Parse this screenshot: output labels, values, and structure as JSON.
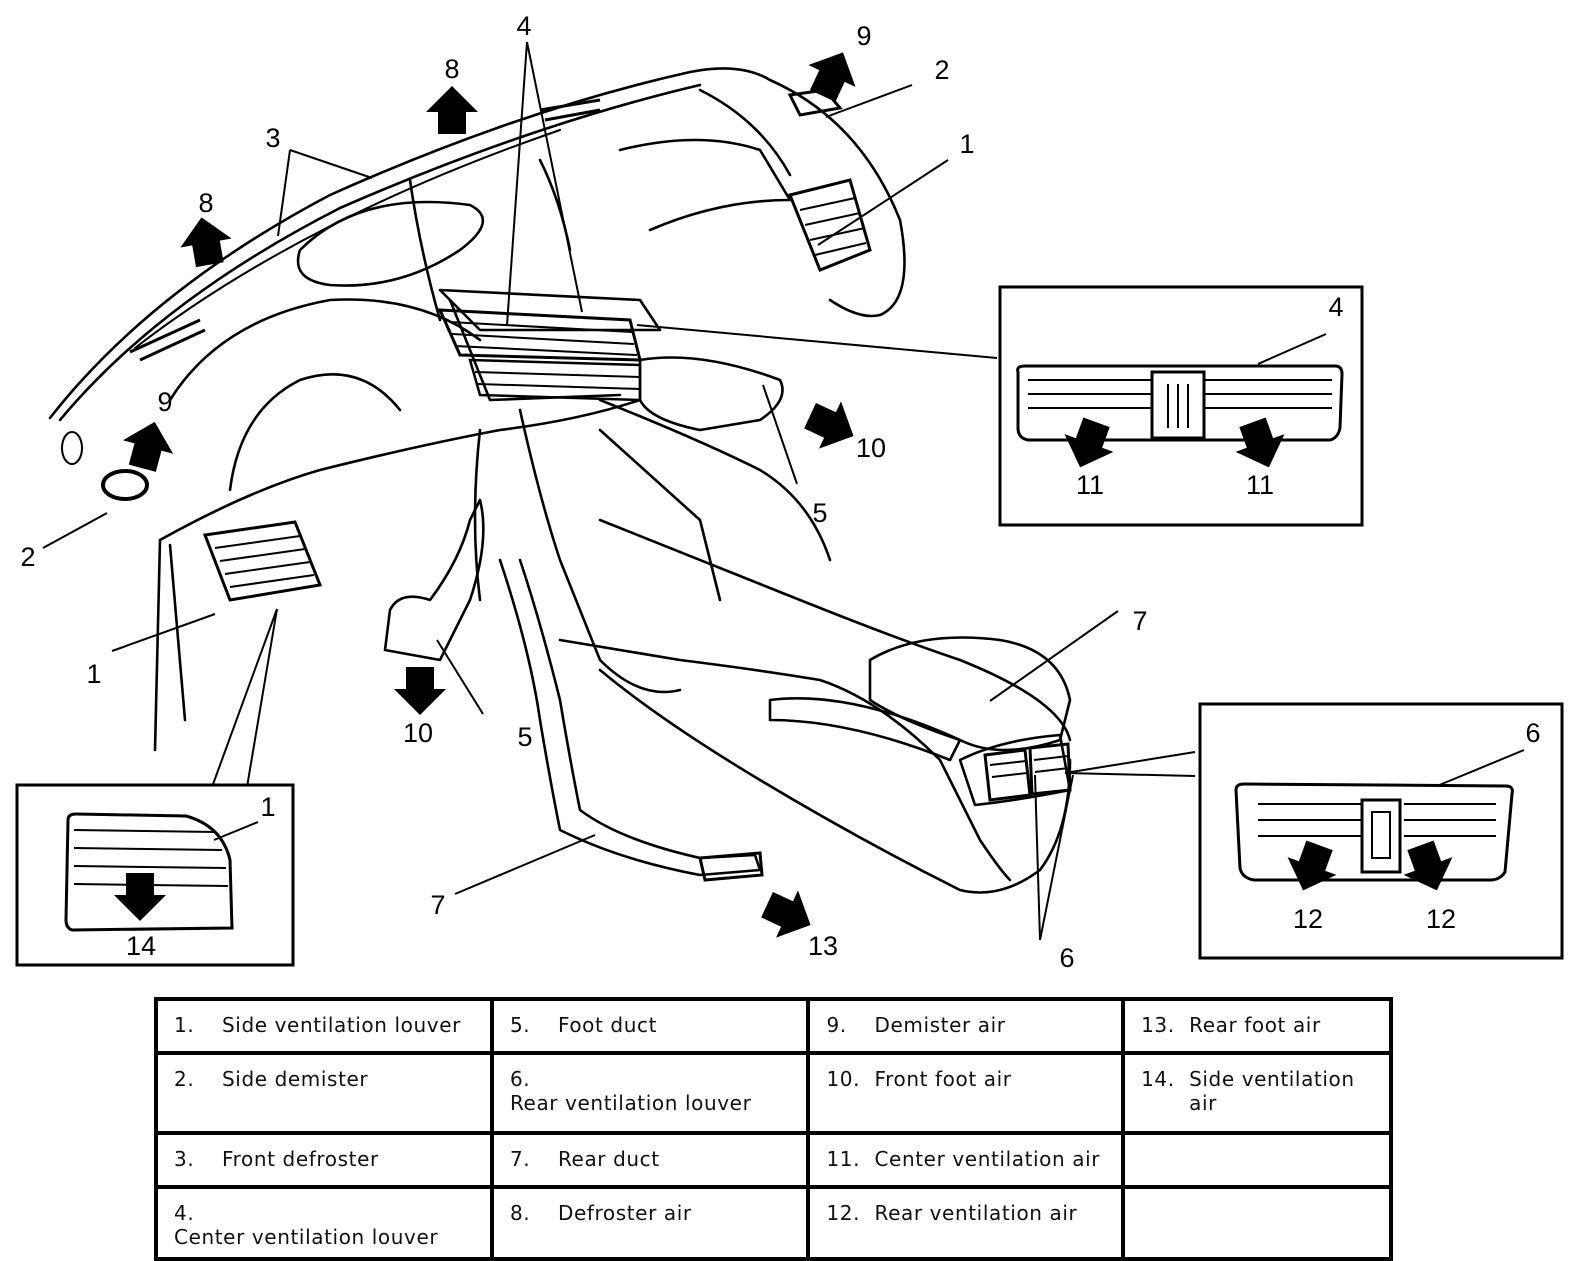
{
  "callouts": {
    "c1_top": "1",
    "c1_left": "1",
    "c1_inset": "1",
    "c2_top": "2",
    "c2_left": "2",
    "c3": "3",
    "c4_top": "4",
    "c4_inset": "4",
    "c5_right": "5",
    "c5_bottom": "5",
    "c6_inset": "6",
    "c6_bottom": "6",
    "c7_right": "7",
    "c7_bottom": "7",
    "c8_top": "8",
    "c8_left": "8",
    "c9_top": "9",
    "c9_left": "9",
    "c10_right": "10",
    "c10_bottom": "10",
    "c11_a": "11",
    "c11_b": "11",
    "c12_a": "12",
    "c12_b": "12",
    "c13": "13",
    "c14": "14"
  },
  "legend": {
    "rows": [
      [
        {
          "num": "1.",
          "text": "Side ventilation louver"
        },
        {
          "num": "5.",
          "text": "Foot duct"
        },
        {
          "num": "9.",
          "text": "Demister air"
        },
        {
          "num": "13.",
          "text": "Rear foot air"
        }
      ],
      [
        {
          "num": "2.",
          "text": "Side demister"
        },
        {
          "num": "6.",
          "text": "Rear ventilation louver"
        },
        {
          "num": "10.",
          "text": "Front foot air"
        },
        {
          "num": "14.",
          "text": "Side ventilation air"
        }
      ],
      [
        {
          "num": "3.",
          "text": "Front defroster"
        },
        {
          "num": "7.",
          "text": "Rear duct"
        },
        {
          "num": "11.",
          "text": "Center ventilation air"
        },
        {
          "num": "",
          "text": ""
        }
      ],
      [
        {
          "num": "4.",
          "text": "Center ventilation louver"
        },
        {
          "num": "8.",
          "text": "Defroster air"
        },
        {
          "num": "12.",
          "text": "Rear ventilation air"
        },
        {
          "num": "",
          "text": ""
        }
      ]
    ]
  }
}
